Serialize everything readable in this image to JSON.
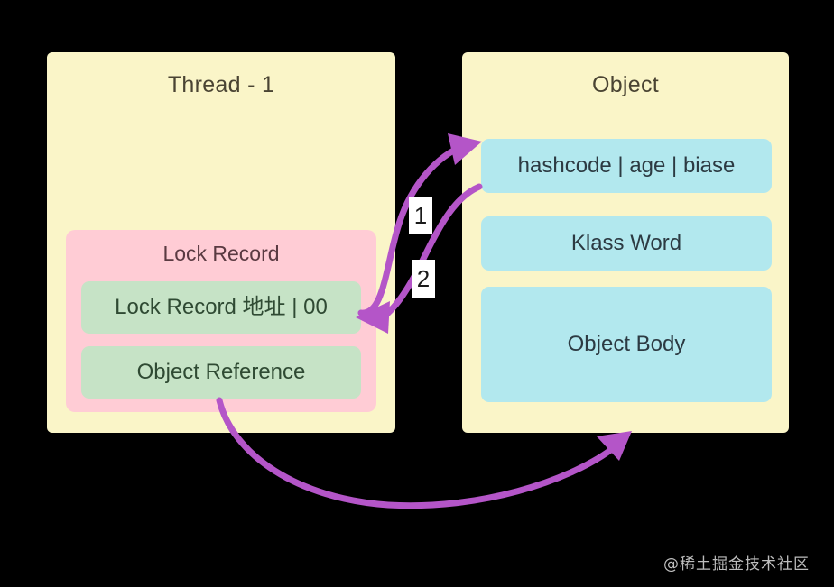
{
  "diagram": {
    "title_thread": "Thread - 1",
    "title_object": "Object",
    "accent_arrow_color": "#B455C8",
    "panel_color": "#FAF5C8",
    "lock_record_color": "#FFCCD5",
    "green_cell_color": "#C6E3C6",
    "blue_cell_color": "#B2E8EE"
  },
  "thread_panel": {
    "title": "Thread - 1",
    "lock_record": {
      "title": "Lock Record",
      "rows": [
        {
          "label": "Lock Record 地址 | 00"
        },
        {
          "label": "Object Reference"
        }
      ]
    }
  },
  "object_panel": {
    "title": "Object",
    "rows": [
      {
        "label": "hashcode | age | biase"
      },
      {
        "label": "Klass Word"
      },
      {
        "label": "Object Body"
      }
    ]
  },
  "steps": [
    {
      "number": "1"
    },
    {
      "number": "2"
    }
  ],
  "watermark": {
    "text": "@稀土掘金技术社区"
  }
}
